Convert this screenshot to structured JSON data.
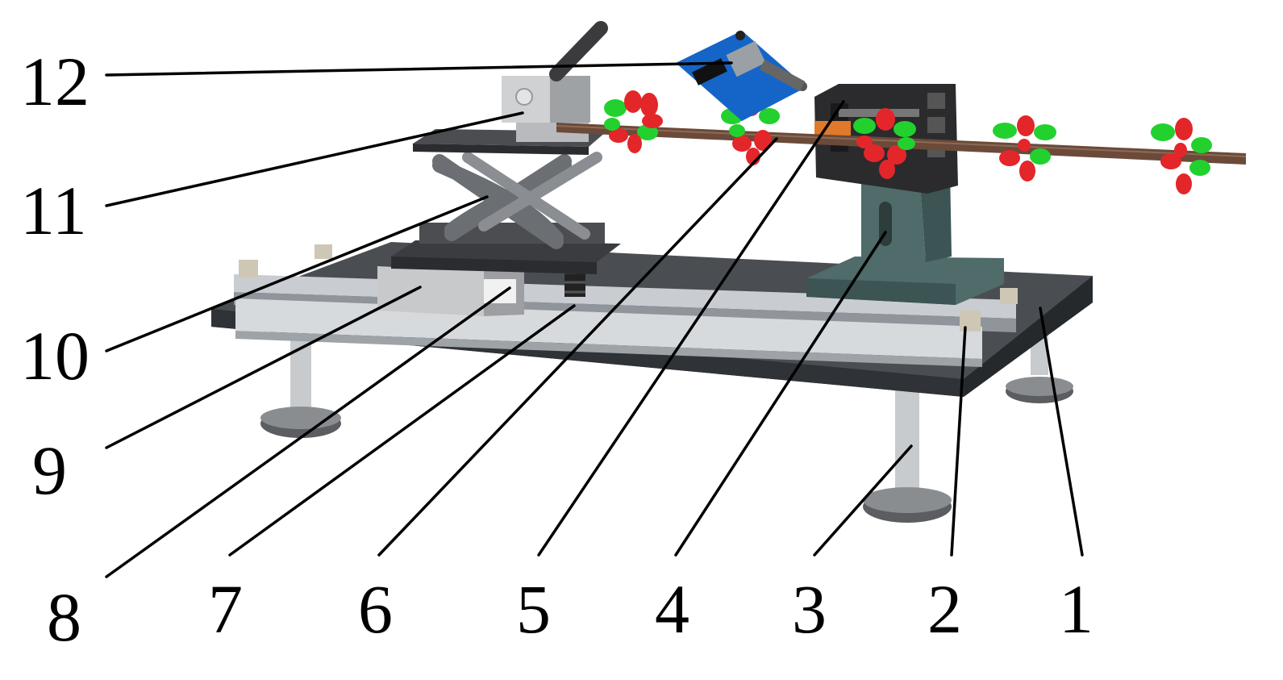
{
  "labels": [
    "1",
    "2",
    "3",
    "4",
    "5",
    "6",
    "7",
    "8",
    "9",
    "10",
    "11",
    "12"
  ],
  "colors": {
    "plate": "#3b3e42",
    "plate_top": "#4a4e53",
    "rail": "#c9cdd1",
    "rail_dark": "#8f959b",
    "support": "#4f6b6a",
    "support_dark": "#3c5453",
    "frame": "#2b2b2e",
    "branch": "#6b4a3a",
    "fruit_red": "#e3262a",
    "fruit_green": "#22d12e",
    "board": "#1565c8",
    "slider": "#c8c9ca",
    "lift": "#5a5c60",
    "leader": "#000000"
  }
}
